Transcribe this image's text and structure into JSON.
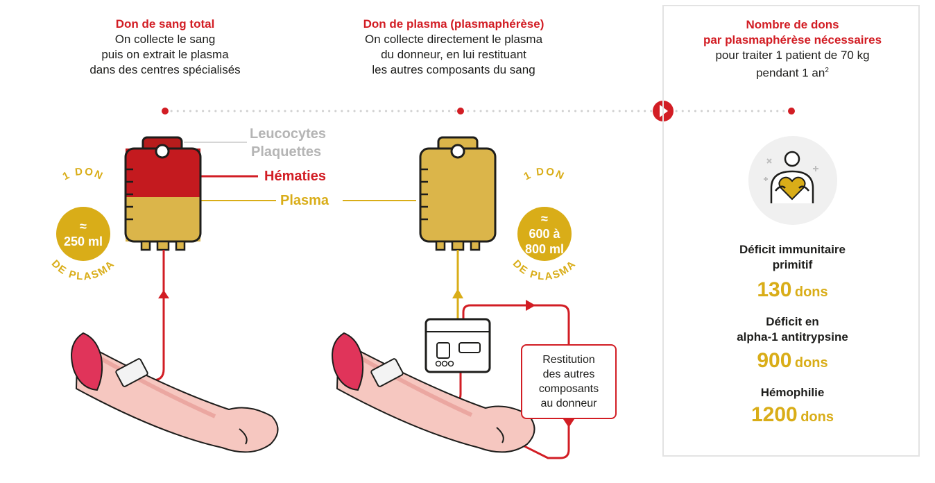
{
  "columns": {
    "whole_blood": {
      "title": "Don de sang total",
      "lines": [
        "On collecte le sang",
        "puis on extrait le plasma",
        "dans des centres spécialisés"
      ]
    },
    "plasma": {
      "title": "Don de plasma (plasmaphérèse)",
      "lines": [
        "On collecte directement le plasma",
        "du donneur, en lui restituant",
        "les autres composants du sang"
      ]
    },
    "needs": {
      "title_lines": [
        "Nombre de dons",
        "par plasmaphérèse nécessaires"
      ],
      "lines": [
        "pour traiter 1 patient de 70 kg",
        "pendant 1 an"
      ],
      "footnote": "2"
    }
  },
  "components": {
    "leucocytes": "Leucocytes",
    "plaquettes": "Plaquettes",
    "hematies": "Hématies",
    "plasma": "Plasma"
  },
  "badge_left": {
    "top_arc": "1 DON",
    "approx": "≈",
    "value": "250 ml",
    "bottom_arc": "DE PLASMA"
  },
  "badge_right": {
    "top_arc": "1 DON",
    "approx": "≈",
    "value_lines": [
      "600 à",
      "800 ml"
    ],
    "bottom_arc": "DE PLASMA"
  },
  "restitution": [
    "Restitution",
    "des autres",
    "composants",
    "au donneur"
  ],
  "stats": [
    {
      "label_lines": [
        "Déficit immunitaire",
        "primitif"
      ],
      "value": "130",
      "unit": "dons"
    },
    {
      "label_lines": [
        "Déficit en",
        "alpha-1 antitrypsine"
      ],
      "value": "900",
      "unit": "dons"
    },
    {
      "label_lines": [
        "Hémophilie"
      ],
      "value": "1200",
      "unit": "dons"
    }
  ],
  "colors": {
    "red": "#d21d24",
    "gold": "#d9ad18",
    "dark_red": "#b71c1c",
    "grey_text": "#b5b5b5",
    "skin": "#f6c7c0",
    "sleeve": "#e0345a",
    "outline": "#1d1d1b"
  },
  "icons": [
    "patient-heart-icon",
    "play-arrow-icon",
    "blood-bag-icon",
    "plasma-bag-icon",
    "apheresis-machine-icon",
    "arm-icon"
  ]
}
